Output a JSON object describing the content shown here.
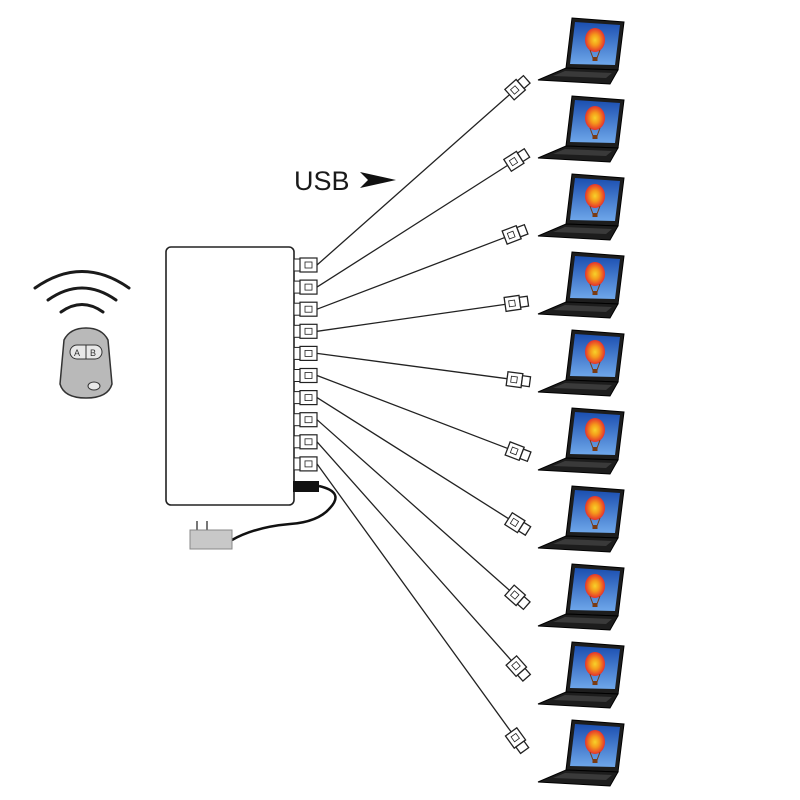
{
  "usb_label": "USB",
  "remote": {
    "button_a": "A",
    "button_b": "B"
  },
  "hub": {
    "port_count": 10
  },
  "laptops": {
    "count": 10
  },
  "colors": {
    "line": "#222222",
    "remote_body": "#b9b9b9",
    "plug_body": "#c8c8c8",
    "laptop_base": "#1d1d1d",
    "screen_sky": "#2a66c9",
    "balloon_red": "#e5322d",
    "balloon_orange": "#f59a1b",
    "balloon_yellow": "#f7d22a"
  },
  "icons": [
    "wifi-signal-icon",
    "remote-control-icon",
    "usb-hub-box",
    "power-adapter-icon",
    "usb-connector-icon",
    "laptop-icon",
    "arrow-right-icon"
  ]
}
